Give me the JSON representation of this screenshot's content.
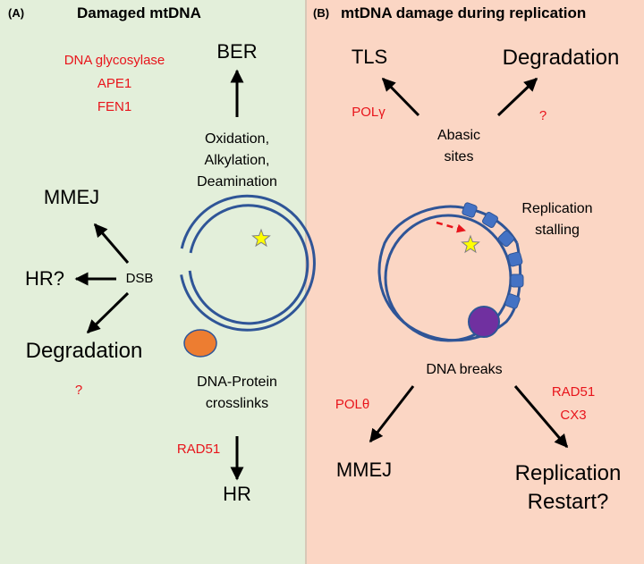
{
  "panel_a": {
    "tag": "(A)",
    "title": "Damaged mtDNA",
    "ber_enzymes": [
      "DNA glycosylase",
      "APE1",
      "FEN1"
    ],
    "ber": "BER",
    "oxidation_lines": [
      "Oxidation,",
      "Alkylation,",
      "Deamination"
    ],
    "mmej": "MMEJ",
    "hr_q": "HR?",
    "dsb": "DSB",
    "degradation": "Degradation",
    "degradation_q": "?",
    "crosslinks_lines": [
      "DNA-Protein",
      "crosslinks"
    ],
    "rad51": "RAD51",
    "hr": "HR"
  },
  "panel_b": {
    "tag": "(B)",
    "title": "mtDNA damage during replication",
    "tls": "TLS",
    "polg": "POLγ",
    "degradation": "Degradation",
    "degradation_q": "?",
    "abasic_lines": [
      "Abasic",
      "sites"
    ],
    "stalling_lines": [
      "Replication",
      "stalling"
    ],
    "dna_breaks": "DNA breaks",
    "polt": "POLθ",
    "rad51": "RAD51",
    "cx3": "CX3",
    "mmej": "MMEJ",
    "restart_lines": [
      "Replication",
      "Restart?"
    ]
  },
  "colors": {
    "panel_a_bg": "#e3efda",
    "panel_b_bg": "#fbd6c4",
    "dna_strand": "#2f5597",
    "protein": "#ed7d31",
    "lesion_star": "#ffff00",
    "replisome_bead": "#4472c4",
    "polymerase": "#7030a0",
    "enzyme_text": "#e8141b"
  }
}
